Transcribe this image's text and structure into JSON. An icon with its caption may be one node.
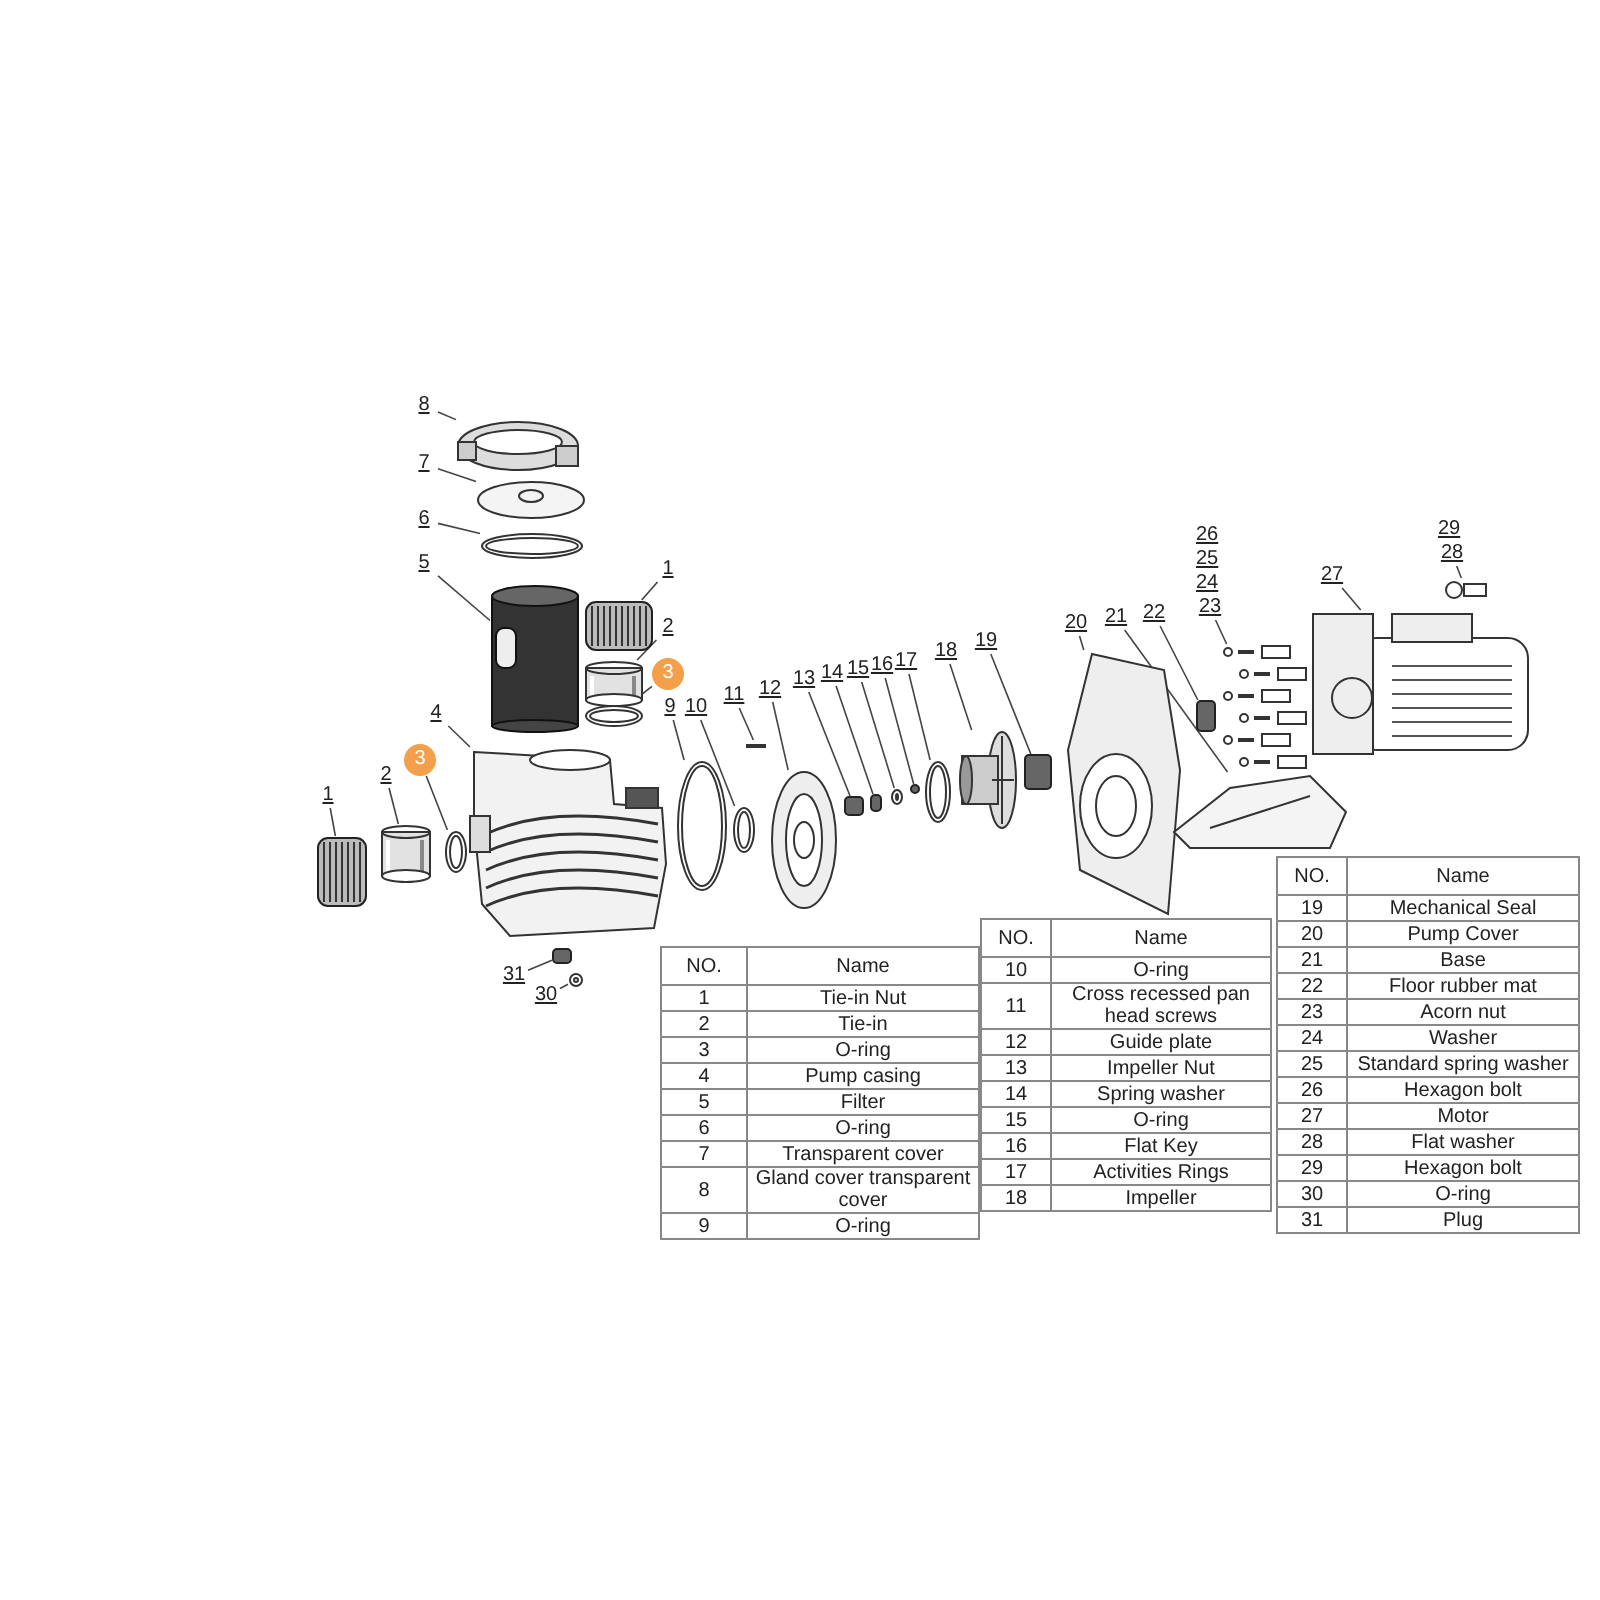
{
  "diagram": {
    "nodes": [
      {
        "text": [
          "8"
        ]
      },
      {
        "text": [],
        "shape": "picture"
      },
      {
        "text": [
          "7"
        ]
      },
      {
        "text": [],
        "shape": "picture"
      },
      {
        "text": [
          "6"
        ]
      },
      {
        "text": [],
        "shape": "picture"
      },
      {
        "text": [
          "5"
        ]
      },
      {
        "text": [],
        "shape": "picture"
      },
      {
        "text": [
          "1"
        ]
      },
      {
        "text": [],
        "shape": "picture"
      },
      {
        "text": [
          "2"
        ]
      },
      {
        "text": [],
        "shape": "picture"
      },
      {
        "text": [
          "3"
        ]
      },
      {
        "text": [],
        "shape": "picture"
      },
      {
        "text": [
          "4"
        ]
      },
      {
        "text": [],
        "shape": "picture"
      },
      {
        "text": [
          "1"
        ]
      },
      {
        "text": [],
        "shape": "picture"
      },
      {
        "text": [
          "2"
        ]
      },
      {
        "text": [],
        "shape": "picture"
      },
      {
        "text": [
          "3"
        ]
      },
      {
        "text": [],
        "shape": "picture"
      },
      {
        "text": [
          "9"
        ]
      },
      {
        "text": [],
        "shape": "picture"
      },
      {
        "text": [
          "10"
        ]
      },
      {
        "text": [],
        "shape": "picture"
      },
      {
        "text": [
          "11"
        ]
      },
      {
        "text": [],
        "shape": "picture"
      },
      {
        "text": [
          "12"
        ]
      },
      {
        "text": [],
        "shape": "picture"
      },
      {
        "text": [
          "13"
        ]
      },
      {
        "text": [],
        "shape": "box"
      },
      {
        "text": [
          "14"
        ]
      },
      {
        "text": [],
        "shape": "box"
      },
      {
        "text": [
          "15"
        ]
      },
      {
        "text": [],
        "shape": "picture"
      },
      {
        "text": [
          "16"
        ]
      },
      {
        "text": [],
        "shape": "box"
      },
      {
        "text": [
          "17"
        ]
      },
      {
        "text": [],
        "shape": "picture"
      },
      {
        "text": [
          "18"
        ]
      },
      {
        "text": [],
        "shape": "picture"
      },
      {
        "text": [
          "19"
        ]
      },
      {
        "text": [],
        "shape": "box"
      },
      {
        "text": [
          "20"
        ]
      },
      {
        "text": [],
        "shape": "picture"
      },
      {
        "text": [
          "21"
        ]
      },
      {
        "text": [],
        "shape": "picture"
      },
      {
        "text": [
          "22"
        ]
      },
      {
        "text": [],
        "shape": "box"
      },
      {
        "text": [
          "23"
        ]
      },
      {
        "text": [],
        "shape": "picture"
      },
      {
        "text": [
          "27"
        ]
      },
      {
        "text": [],
        "shape": "picture"
      },
      {
        "text": [
          "28"
        ]
      },
      {
        "text": [],
        "shape": "picture"
      },
      {
        "text": [
          "31"
        ]
      },
      {
        "text": [],
        "shape": "box"
      },
      {
        "text": [
          "30"
        ]
      },
      {
        "text": [],
        "shape": "picture"
      }
    ],
    "edges": [
      {
        "from": 0,
        "to": 1,
        "arrow": "none"
      },
      {
        "from": 2,
        "to": 3,
        "arrow": "none"
      },
      {
        "from": 4,
        "to": 5,
        "arrow": "none"
      },
      {
        "from": 6,
        "to": 7,
        "arrow": "none"
      },
      {
        "from": 8,
        "to": 9,
        "arrow": "none"
      },
      {
        "from": 10,
        "to": 11,
        "arrow": "none"
      },
      {
        "from": 12,
        "to": 13,
        "arrow": "none"
      },
      {
        "from": 14,
        "to": 15,
        "arrow": "none"
      },
      {
        "from": 16,
        "to": 17,
        "arrow": "none"
      },
      {
        "from": 18,
        "to": 19,
        "arrow": "none"
      },
      {
        "from": 20,
        "to": 21,
        "arrow": "none"
      },
      {
        "from": 22,
        "to": 23,
        "arrow": "none"
      },
      {
        "from": 24,
        "to": 25,
        "arrow": "none"
      },
      {
        "from": 26,
        "to": 27,
        "arrow": "none"
      },
      {
        "from": 28,
        "to": 29,
        "arrow": "none"
      },
      {
        "from": 30,
        "to": 31,
        "arrow": "none"
      },
      {
        "from": 32,
        "to": 33,
        "arrow": "none"
      },
      {
        "from": 34,
        "to": 35,
        "arrow": "none"
      },
      {
        "from": 36,
        "to": 37,
        "arrow": "none"
      },
      {
        "from": 38,
        "to": 39,
        "arrow": "none"
      },
      {
        "from": 40,
        "to": 41,
        "arrow": "none"
      },
      {
        "from": 42,
        "to": 43,
        "arrow": "none"
      },
      {
        "from": 44,
        "to": 45,
        "arrow": "none"
      },
      {
        "from": 46,
        "to": 47,
        "arrow": "none"
      },
      {
        "from": 48,
        "to": 49,
        "arrow": "none"
      },
      {
        "from": 50,
        "to": 51,
        "arrow": "none"
      },
      {
        "from": 52,
        "to": 53,
        "arrow": "none"
      },
      {
        "from": 54,
        "to": 55,
        "arrow": "none"
      },
      {
        "from": 56,
        "to": 57,
        "arrow": "none"
      },
      {
        "from": 58,
        "to": 59,
        "arrow": "none"
      }
    ],
    "labels": [
      "26",
      "25",
      "24",
      "29",
      "NO.",
      "Name",
      "1",
      "Tie-in Nut",
      "2",
      "Tie-in",
      "3",
      "O-ring",
      "4",
      "Pump casing",
      "5",
      "Filter",
      "6",
      "O-ring",
      "7",
      "Transparent cover",
      "8",
      "Gland cover transparent cover",
      "9",
      "O-ring",
      "NO.",
      "Name",
      "10",
      "O-ring",
      "11",
      "Cross recessed pan head screws",
      "12",
      "Guide plate",
      "13",
      "Impeller Nut",
      "14",
      "Spring washer",
      "15",
      "O-ring",
      "16",
      "Flat Key",
      "17",
      "Activities Rings",
      "18",
      "Impeller",
      "NO.",
      "Name",
      "19",
      "Mechanical  Seal",
      "20",
      "Pump Cover",
      "21",
      "Base",
      "22",
      "Floor rubber mat",
      "23",
      "Acorn nut",
      "24",
      "Washer",
      "25",
      "Standard spring washer",
      "26",
      "Hexagon bolt",
      "27",
      "Motor",
      "28",
      "Flat washer",
      "29",
      "Hexagon bolt",
      "30",
      "O-ring",
      "31",
      "Plug"
    ]
  }
}
